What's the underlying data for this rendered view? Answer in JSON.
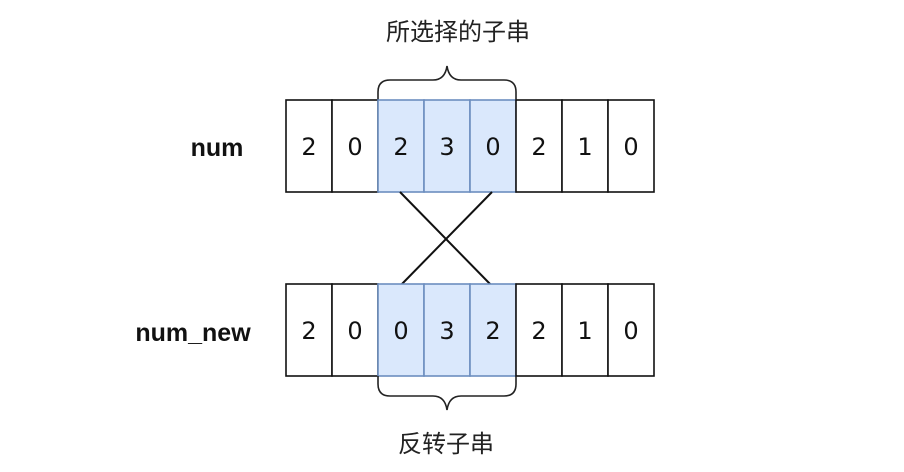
{
  "caption_top": "所选择的子串",
  "caption_bottom": "反转子串",
  "rows": [
    {
      "label": "num",
      "values": [
        "2",
        "0",
        "2",
        "3",
        "0",
        "2",
        "1",
        "0"
      ]
    },
    {
      "label": "num_new",
      "values": [
        "2",
        "0",
        "0",
        "3",
        "2",
        "2",
        "1",
        "0"
      ]
    }
  ],
  "highlight": {
    "start": 2,
    "end": 4
  },
  "colors": {
    "highlight_fill": "#dae8fc",
    "highlight_stroke": "#6c8ebf",
    "cell_stroke": "#111111",
    "text": "#111111"
  }
}
